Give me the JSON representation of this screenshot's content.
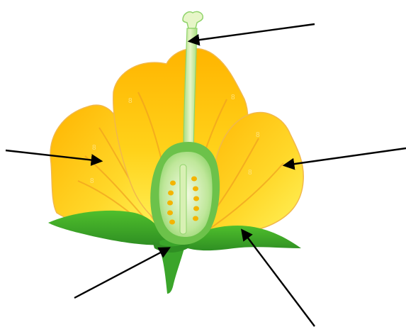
{
  "diagram": {
    "subject": "flower-cross-section",
    "label_slots": [
      {
        "id": "stigma-style",
        "text": ""
      },
      {
        "id": "petal-left",
        "text": ""
      },
      {
        "id": "petal-right",
        "text": ""
      },
      {
        "id": "receptacle",
        "text": ""
      },
      {
        "id": "sepal",
        "text": ""
      }
    ],
    "colors": {
      "petal_light": "#fff25a",
      "petal_dark": "#ffb400",
      "petal_outline": "#f2b84a",
      "vein": "#f0a020",
      "pistil_light": "#e7f6c8",
      "pistil_dark": "#8fd36a",
      "sepal_dark": "#2f8f23",
      "sepal_light": "#4fbf2c",
      "ovule": "#f4b400",
      "arrow": "#000000"
    }
  }
}
